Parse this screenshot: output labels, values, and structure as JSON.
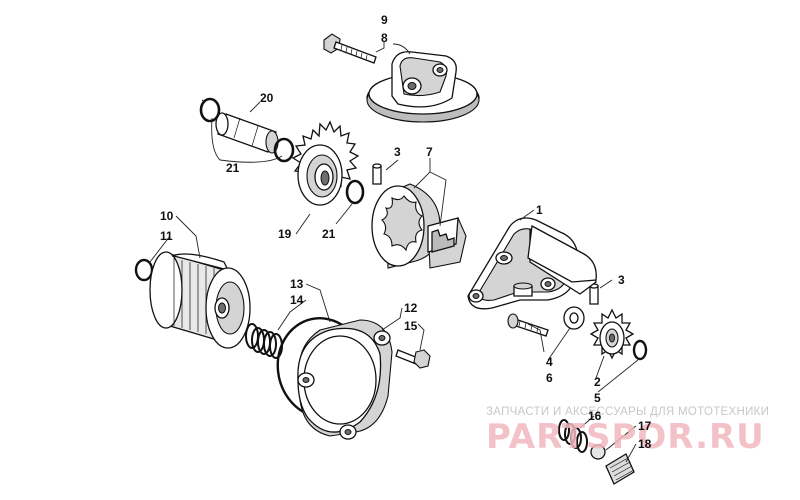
{
  "callouts": {
    "c1": "1",
    "c2": "2",
    "c3a": "3",
    "c3b": "3",
    "c4": "4",
    "c5": "5",
    "c6": "6",
    "c7": "7",
    "c8": "8",
    "c9": "9",
    "c10": "10",
    "c11": "11",
    "c12": "12",
    "c13": "13",
    "c14": "14",
    "c15": "15",
    "c16": "16",
    "c17": "17",
    "c18": "18",
    "c19": "19",
    "c20": "20",
    "c21a": "21",
    "c21b": "21"
  },
  "watermark": {
    "tagline": "ЗАПЧАСТИ И АКСЕССУАРЫ ДЛЯ МОТОТЕХНИКИ",
    "logo": "PARTSPOR.RU"
  },
  "colors": {
    "line": "#111111",
    "shade": "#d4d4d4",
    "watermark_logo": "#f2b8bf",
    "watermark_text": "#c8c8c8"
  }
}
